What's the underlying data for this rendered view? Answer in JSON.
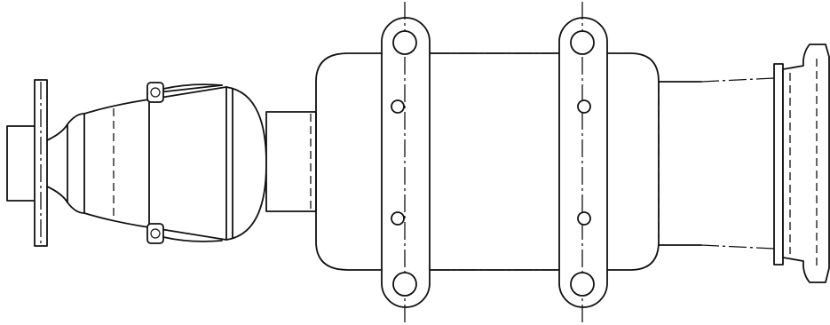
{
  "figure": {
    "kind": "line-drawing",
    "stroke_color": "#111111",
    "background_color": "#ffffff",
    "components": [
      "left-end-fitting",
      "tapered-nozzle",
      "rounded-tank",
      "connecting-neck",
      "main-cylinder-body",
      "mounting-bracket-left",
      "mounting-bracket-right",
      "right-outlet-duct",
      "right-end-flange"
    ],
    "bolt_count_per_bracket": 4
  }
}
